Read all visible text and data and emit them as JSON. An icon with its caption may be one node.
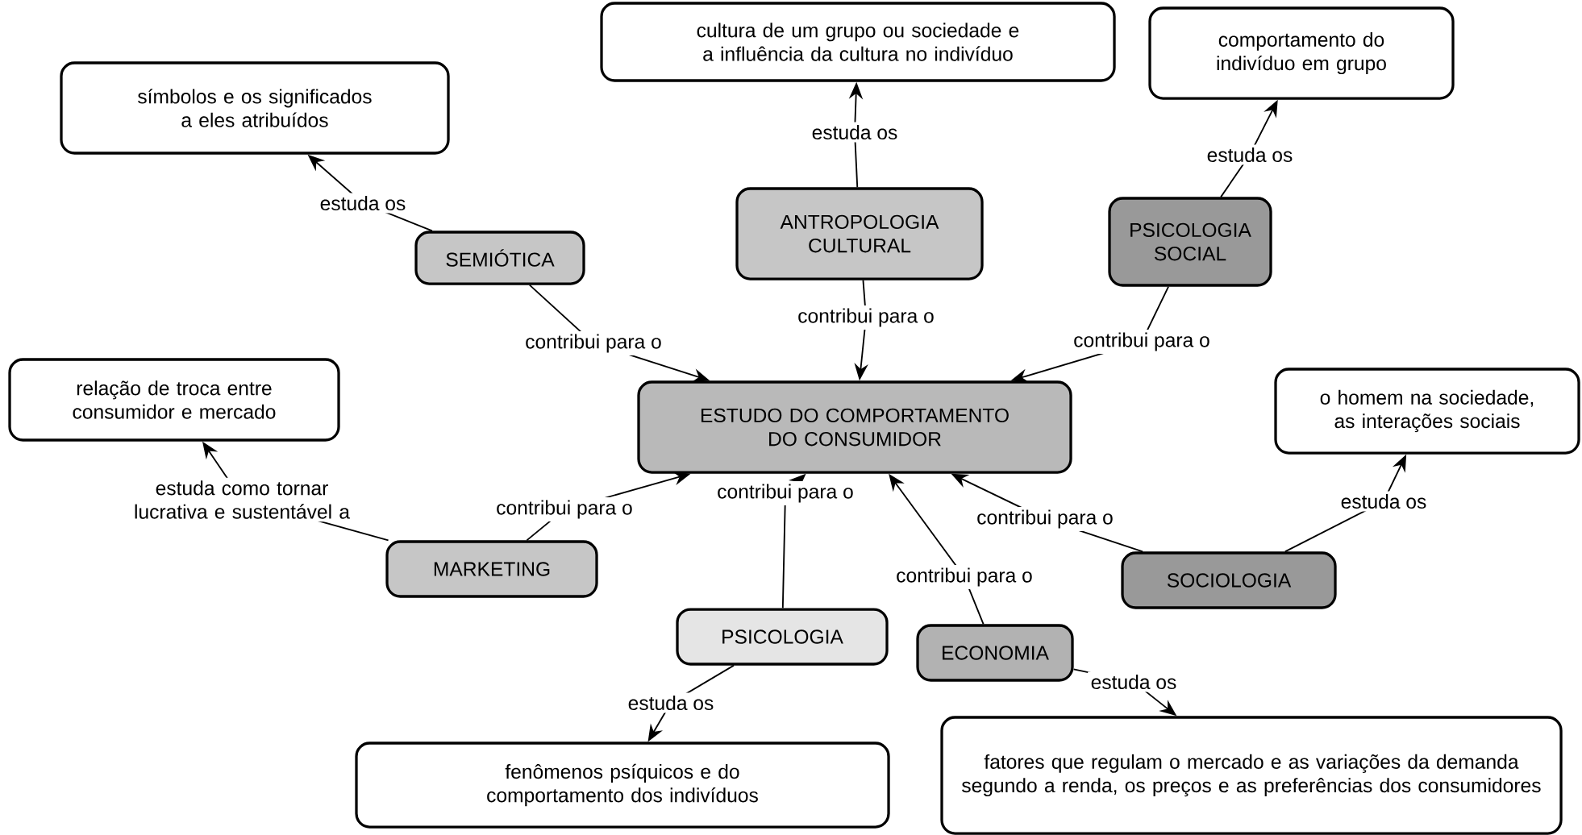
{
  "diagram": {
    "nodes": [
      {
        "text": [
          "cultura de um grupo ou sociedade e a influência da cultura no indivíduo"
        ]
      },
      {
        "text": [
          "comportamento do indivíduo em grupo"
        ]
      },
      {
        "text": [
          "símbolos e os significados a eles atribuídos"
        ]
      },
      {
        "text": [
          "ANTROPOLOGIA CULTURAL"
        ]
      },
      {
        "text": [
          "PSICOLOGIA SOCIAL"
        ]
      },
      {
        "text": [
          "SEMIÓTICA"
        ]
      },
      {
        "text": [
          "o homem na sociedade, as interações sociais"
        ]
      },
      {
        "text": [
          "relação de troca entre consumidor e mercado"
        ]
      },
      {
        "text": [
          "ESTUDO DO COMPORTAMENTO DO CONSUMIDOR"
        ]
      },
      {
        "text": [
          "MARKETING"
        ]
      },
      {
        "text": [
          "SOCIOLOGIA"
        ]
      },
      {
        "text": [
          "PSICOLOGIA"
        ]
      },
      {
        "text": [
          "ECONOMIA"
        ]
      },
      {
        "text": [
          "fenômenos psíquicos e do comportamento dos indivíduos"
        ]
      },
      {
        "text": [
          "fatores que regulam o mercado e as variações da demanda segundo a renda, os preços e as preferências dos consumidores"
        ]
      }
    ],
    "edges": [
      {
        "from": 5,
        "to": 8,
        "arrow": "to",
        "label": "contribui para o"
      },
      {
        "from": 3,
        "to": 8,
        "arrow": "to",
        "label": "contribui para o"
      },
      {
        "from": 4,
        "to": 8,
        "arrow": "to",
        "label": "contribui para o"
      },
      {
        "from": 9,
        "to": 8,
        "arrow": "to",
        "label": "contribui para o"
      },
      {
        "from": 10,
        "to": 8,
        "arrow": "to",
        "label": "contribui para o"
      },
      {
        "from": 11,
        "to": 8,
        "arrow": "to",
        "label": "contribui para o"
      },
      {
        "from": 12,
        "to": 8,
        "arrow": "to",
        "label": "contribui para o"
      },
      {
        "from": 5,
        "to": 2,
        "arrow": "to",
        "label": "estuda os"
      },
      {
        "from": 3,
        "to": 0,
        "arrow": "to",
        "label": "estuda os"
      },
      {
        "from": 4,
        "to": 1,
        "arrow": "to",
        "label": "estuda os"
      },
      {
        "from": 9,
        "to": 7,
        "arrow": "to",
        "label": "estuda como tornar lucrativa e sustentável a"
      },
      {
        "from": 10,
        "to": 6,
        "arrow": "to",
        "label": "estuda os"
      },
      {
        "from": 11,
        "to": 13,
        "arrow": "to",
        "label": "estuda os"
      },
      {
        "from": 12,
        "to": 14,
        "arrow": "to",
        "label": "estuda os"
      }
    ]
  }
}
